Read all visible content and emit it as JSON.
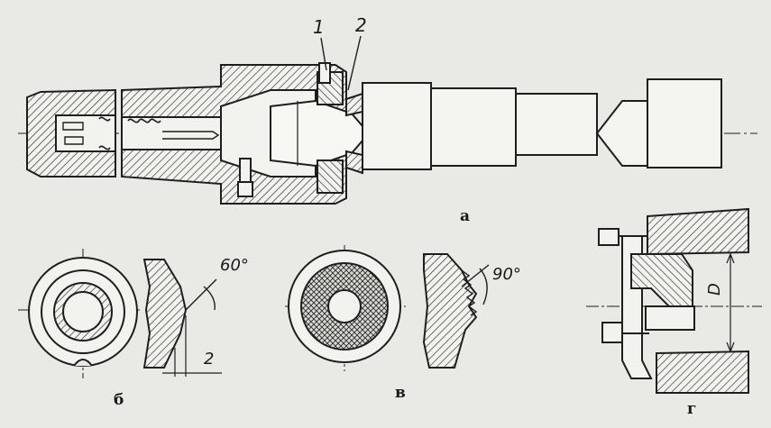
{
  "labels": {
    "fig_a": "а",
    "fig_b": "б",
    "fig_v": "в",
    "fig_g": "г"
  },
  "callouts": {
    "part_1": "1",
    "part_2": "2"
  },
  "dimensions": {
    "angle_b": "60°",
    "gap_b": "2",
    "angle_v": "90°",
    "diameter_g": "D"
  }
}
